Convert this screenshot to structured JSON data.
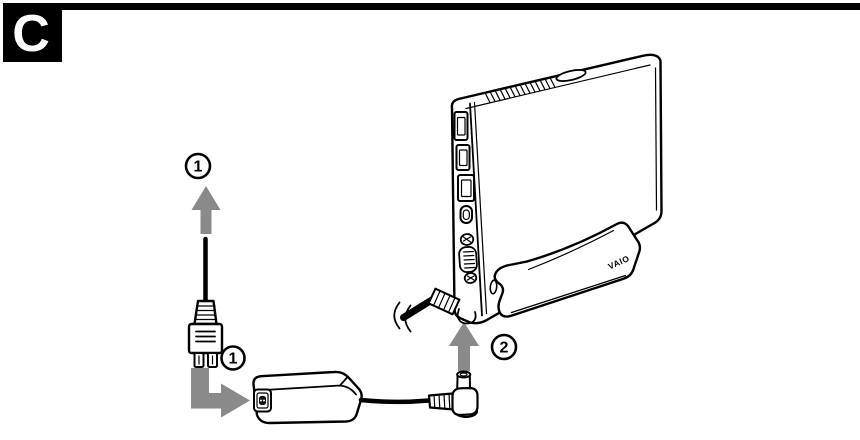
{
  "header": {
    "section_letter": "C"
  },
  "callouts": {
    "step1_cord_label": "1",
    "step1_adapter_label": "1",
    "step2_dc_label": "2"
  },
  "stand": {
    "brand_logo": "VAIO"
  },
  "colors": {
    "arrow": "#8a8a8a",
    "ink": "#000000",
    "paper": "#ffffff",
    "header_bar": "#000000",
    "header_letter": "#ffffff"
  }
}
